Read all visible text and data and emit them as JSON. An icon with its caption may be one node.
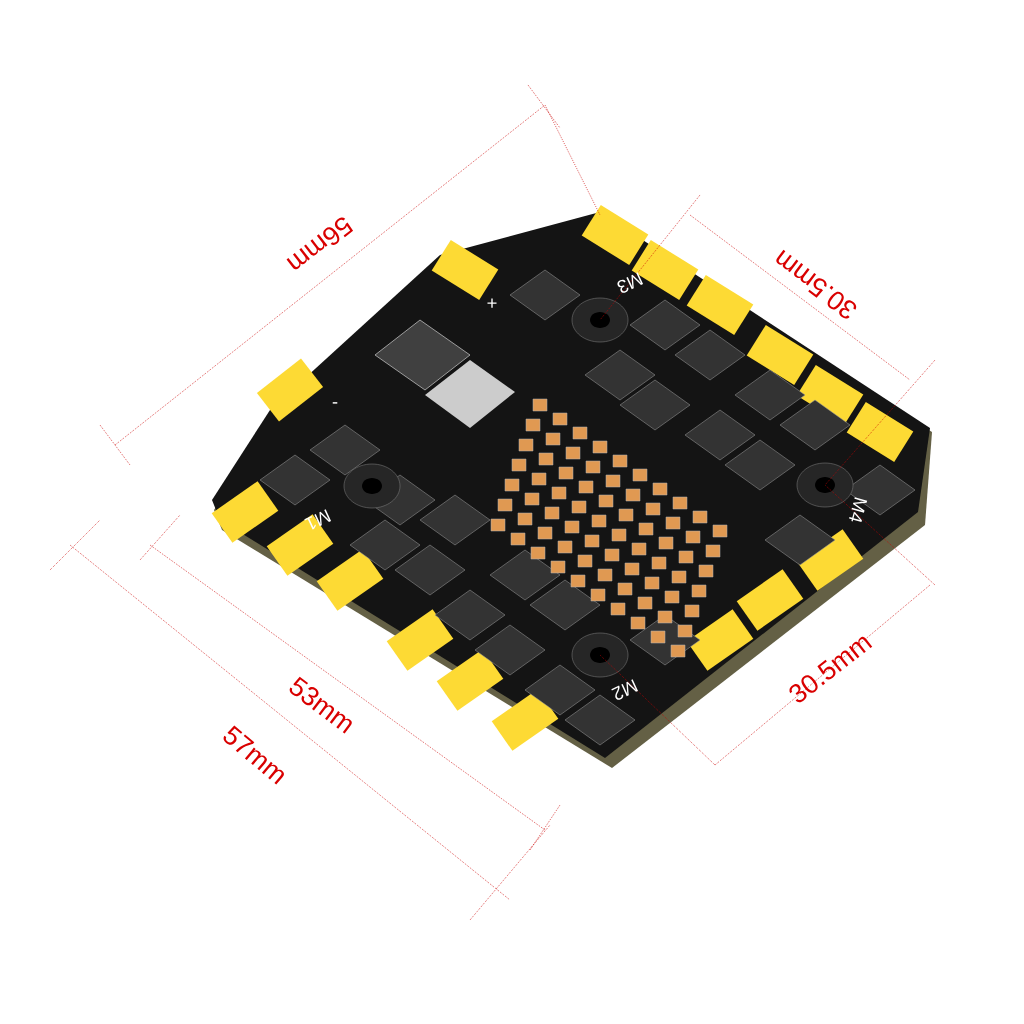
{
  "diagram": {
    "labels": [
      "56mm",
      "30.5mm",
      "30.5mm",
      "53mm",
      "57mm",
      "+",
      "-",
      "M3",
      "M1",
      "M4",
      "M2"
    ]
  }
}
